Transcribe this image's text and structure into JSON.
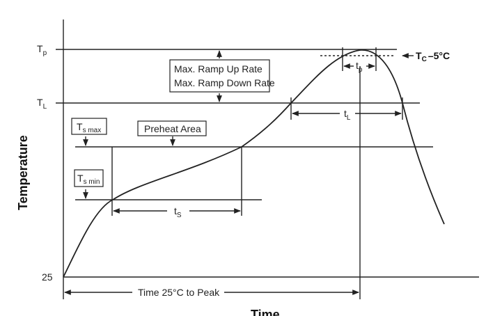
{
  "y_axis": {
    "title": "Temperature",
    "tp_main": "T",
    "tp_sub": "p",
    "tl_main": "T",
    "tl_sub": "L",
    "t25": "25"
  },
  "x_axis": {
    "title": "Time"
  },
  "ramp_box": {
    "line1": "Max. Ramp Up Rate",
    "line2": "Max. Ramp Down Rate"
  },
  "preheat_label": "Preheat Area",
  "tsmax": {
    "main": "T",
    "sub": "s max"
  },
  "tsmin": {
    "main": "T",
    "sub": "s min"
  },
  "ts_label": {
    "main": "t",
    "sub": "S"
  },
  "tl_label": {
    "main": "t",
    "sub": "L"
  },
  "tp_label": {
    "main": "t",
    "sub": "p"
  },
  "tc_label": {
    "main": "T",
    "sub": "C",
    "suffix": "–5°C"
  },
  "peak_label": "Time 25°C to Peak"
}
